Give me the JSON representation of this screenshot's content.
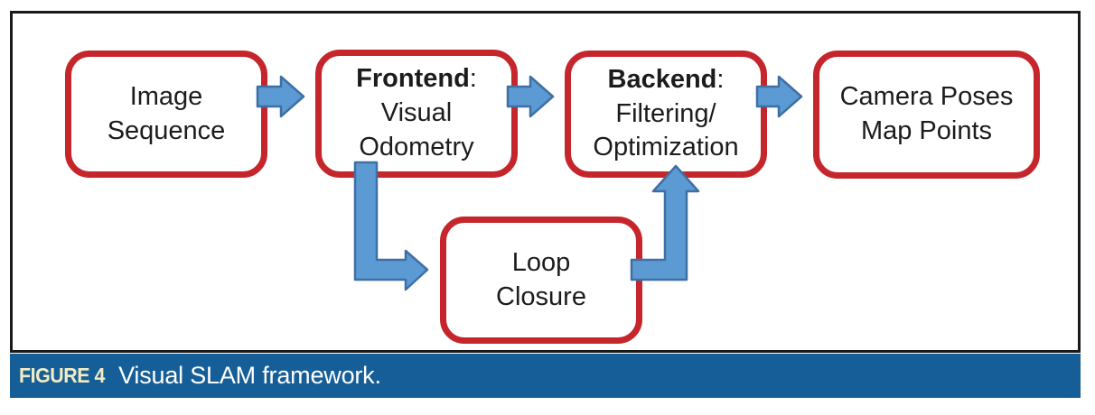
{
  "figure": {
    "caption_label": "FIGURE 4",
    "caption_text": "Visual SLAM framework."
  },
  "colors": {
    "box-red": "#c5262c",
    "arrow-fill": "#5b9ad2",
    "arrow-stroke": "#3e6fa5",
    "caption-blue": "#165e97",
    "caption-cream": "#f2ecc3",
    "panel-border": "#1a1a1a",
    "text-black": "#1c1c1c"
  },
  "diagram": {
    "boxes": {
      "image_sequence": {
        "lines": [
          "Image",
          "Sequence"
        ]
      },
      "frontend": {
        "bold": "Frontend",
        "colon": ":",
        "lines": [
          "Visual",
          "Odometry"
        ]
      },
      "backend": {
        "bold": "Backend",
        "colon": ":",
        "lines": [
          "Filtering/",
          "Optimization"
        ]
      },
      "output": {
        "lines": [
          "Camera Poses",
          "Map Points"
        ]
      },
      "loop_closure": {
        "lines": [
          "Loop",
          "Closure"
        ]
      }
    },
    "arrows": [
      {
        "from": "Image Sequence",
        "to": "Frontend: Visual Odometry"
      },
      {
        "from": "Frontend: Visual Odometry",
        "to": "Backend: Filtering/Optimization"
      },
      {
        "from": "Backend: Filtering/Optimization",
        "to": "Camera Poses Map Points"
      },
      {
        "from": "Frontend: Visual Odometry",
        "to": "Loop Closure"
      },
      {
        "from": "Loop Closure",
        "to": "Backend: Filtering/Optimization"
      }
    ]
  }
}
